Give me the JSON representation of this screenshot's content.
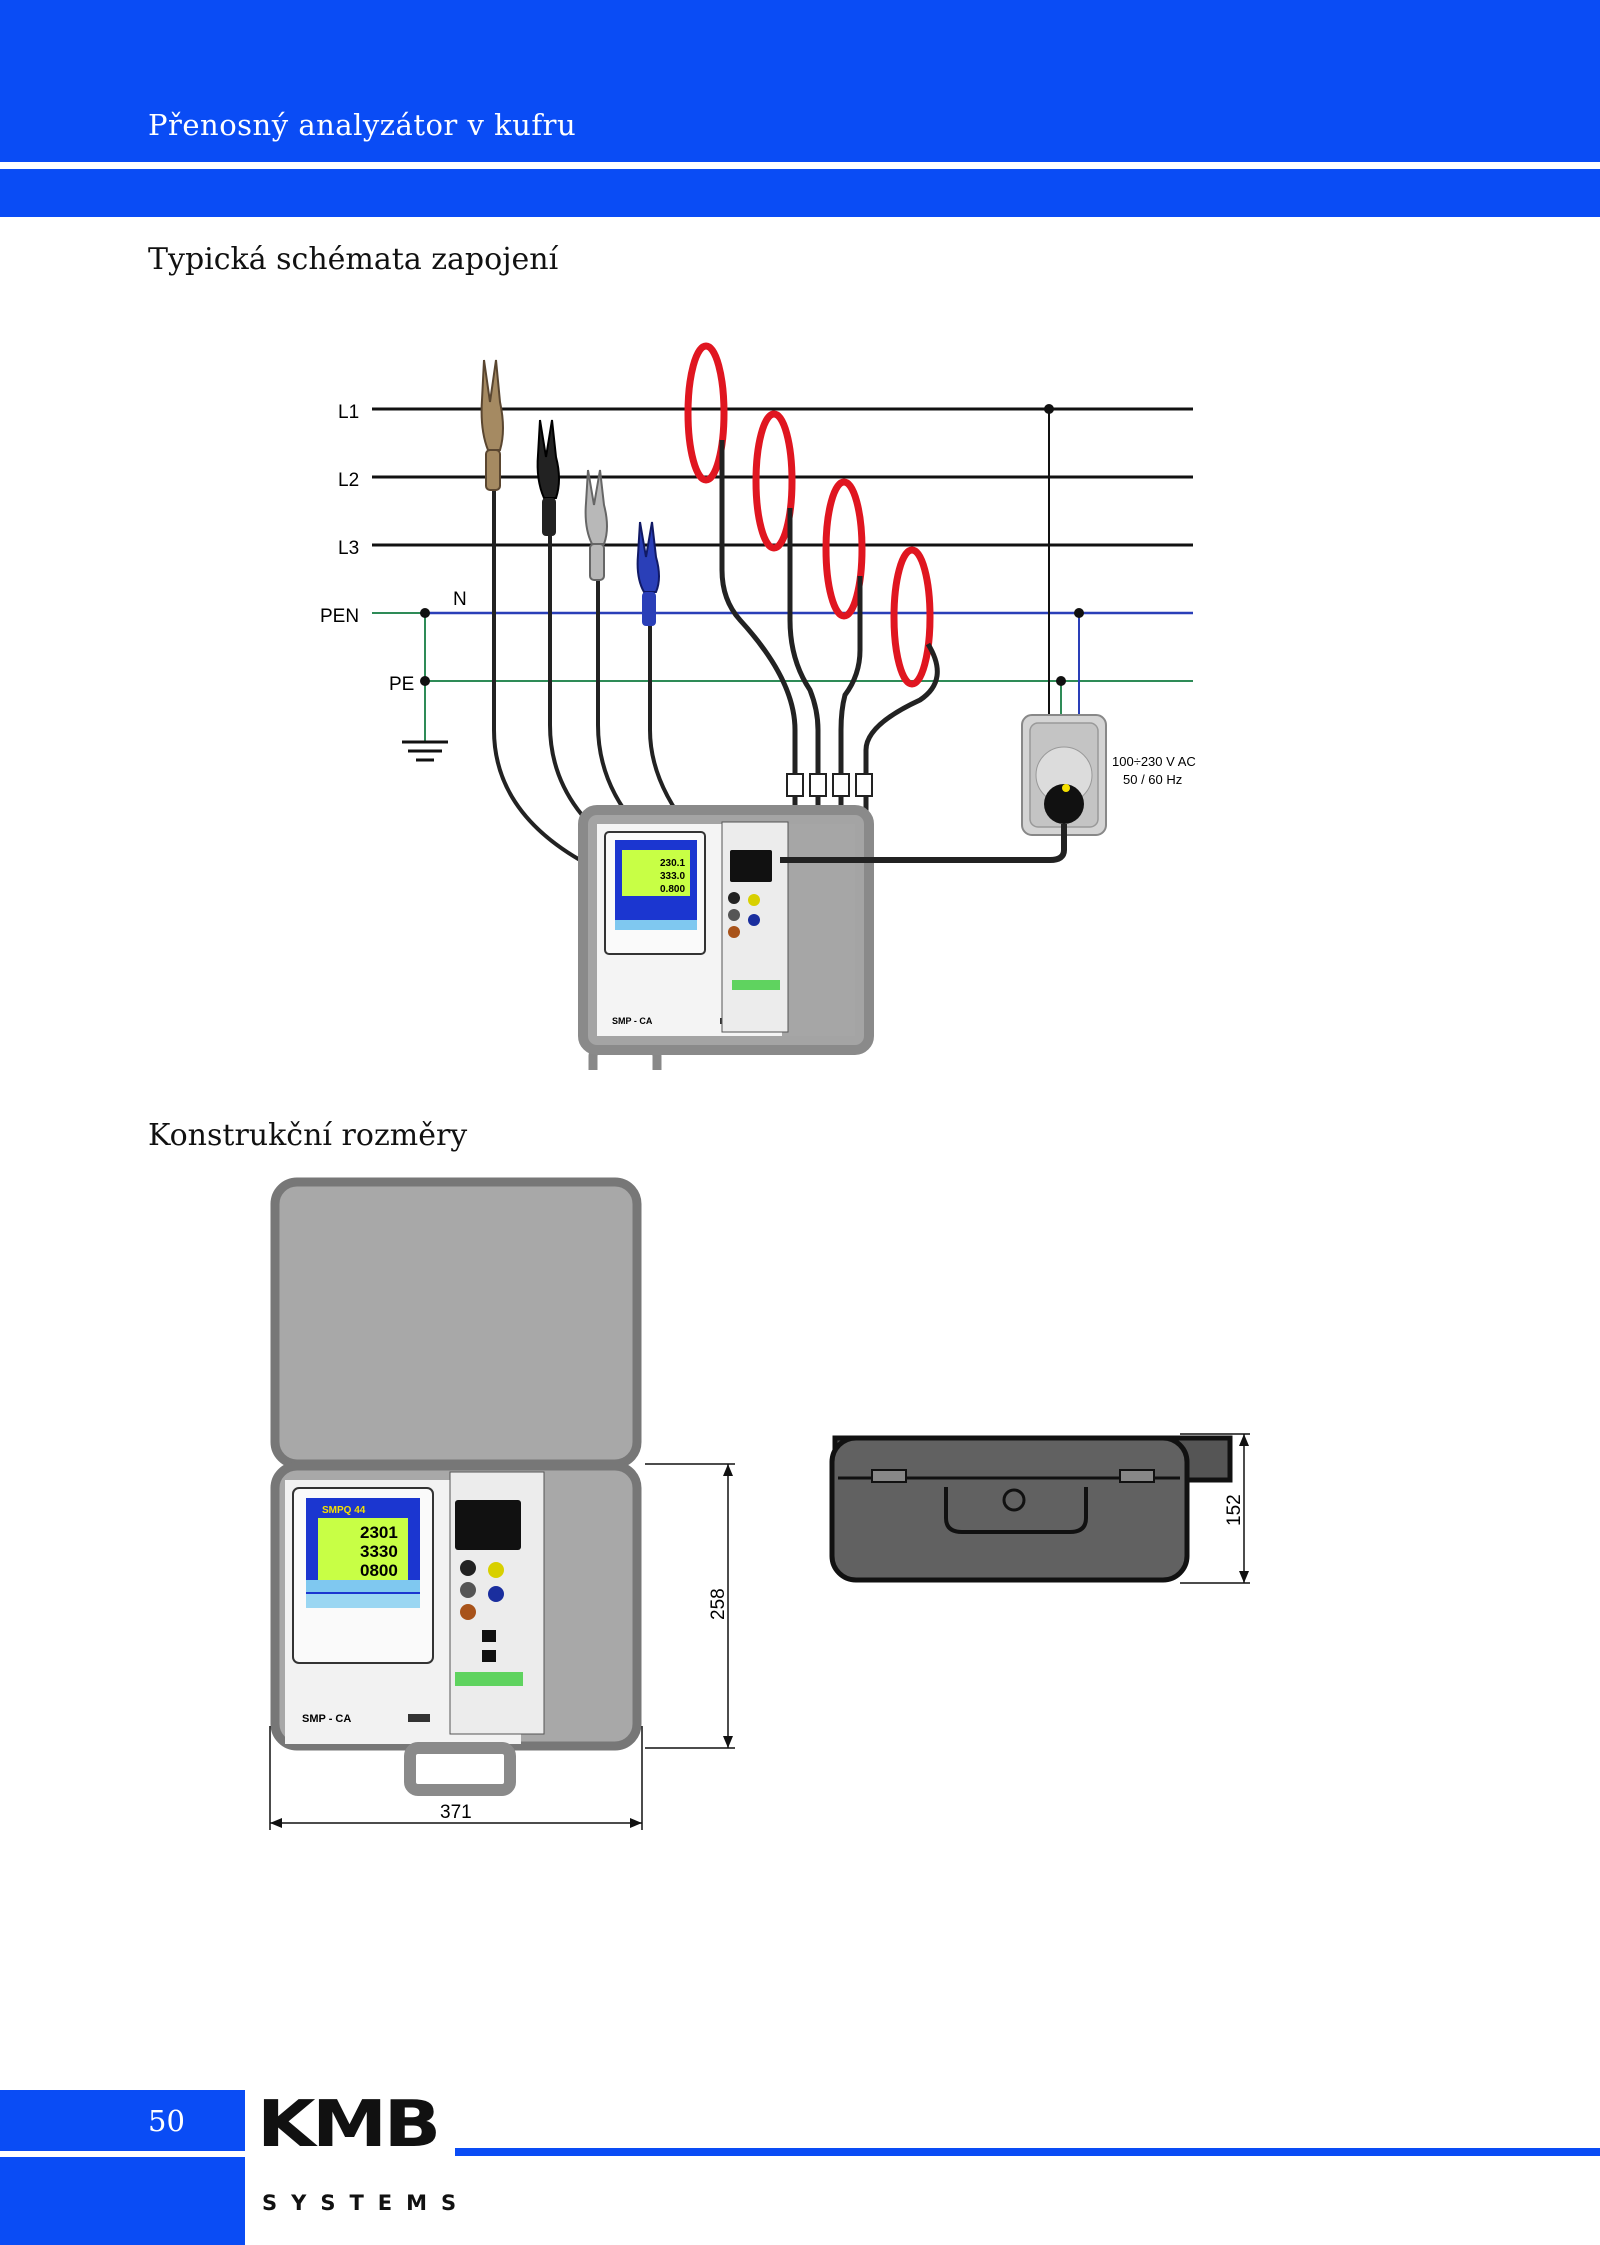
{
  "header": {
    "title": "Přenosný analyzátor v kufru"
  },
  "sections": {
    "wiring_title": "Typická schémata zapojení",
    "dims_title": "Konstrukční rozměry"
  },
  "wiring": {
    "lines": [
      "L1",
      "L2",
      "L3",
      "PEN",
      "PE"
    ],
    "n_label": "N",
    "socket_voltage": "100÷230 V AC",
    "socket_freq": "50 / 60 Hz",
    "device_screen": [
      "230.1",
      "333.0",
      "0.800"
    ],
    "device_name": "SMP - CA"
  },
  "dimensions": {
    "height": "258",
    "width": "371",
    "depth": "152",
    "device_name": "SMP - CA",
    "screen_title": "SMPQ 44",
    "screen_values": [
      "2301",
      "3330",
      "0800"
    ]
  },
  "footer": {
    "page_number": "50",
    "logo_main": "KMB",
    "logo_sub": "SYSTEMS"
  },
  "colors": {
    "brand_blue": "#0a4cf5",
    "rogowski_red": "#e01620",
    "n_blue": "#2a3fb8",
    "pe_green": "#2e8b57"
  }
}
